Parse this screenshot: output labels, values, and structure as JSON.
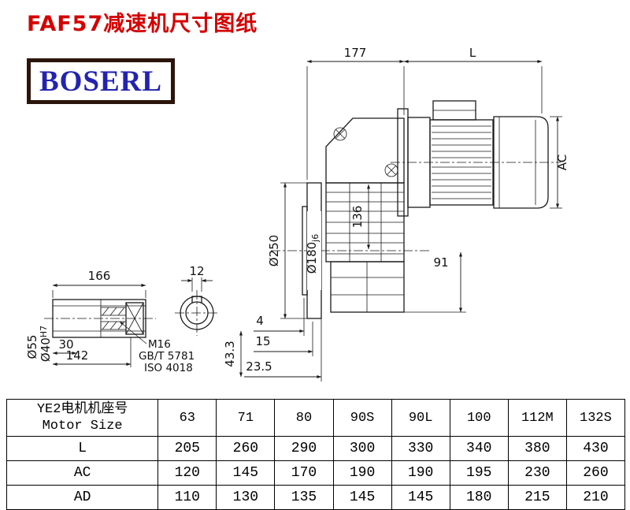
{
  "page": {
    "title": "FAF57减速机尺寸图纸",
    "logo_text": "BOSERL"
  },
  "colors": {
    "title": "#d40000",
    "logo_text": "#2323b0",
    "logo_border": "#2b150b",
    "line": "#1a1a1a"
  },
  "drawing": {
    "dim_177": "177",
    "dim_L": "L",
    "dim_AC": "AC",
    "dim_136": "136",
    "dim_91": "91",
    "d250": "Ø250",
    "d180": "Ø180",
    "d180_tol": "j6",
    "dim_4": "4",
    "dim_15": "15",
    "dim_23_5": "23.5",
    "dim_43_3": "43.3",
    "dim_166": "166",
    "dim_12": "12",
    "dim_30": "30",
    "dim_142": "142",
    "d55": "Ø55",
    "d40": "Ø40",
    "d40_tol": "H7",
    "thread": "M16",
    "std1": "GB/T 5781",
    "std2": "ISO 4018"
  },
  "table": {
    "header": {
      "line1": "YE2电机机座号",
      "line2": "Motor Size"
    },
    "columns": [
      "63",
      "71",
      "80",
      "90S",
      "90L",
      "100",
      "112M",
      "132S"
    ],
    "rows": [
      {
        "label": "L",
        "values": [
          "205",
          "260",
          "290",
          "300",
          "330",
          "340",
          "380",
          "430"
        ]
      },
      {
        "label": "AC",
        "values": [
          "120",
          "145",
          "170",
          "190",
          "190",
          "195",
          "230",
          "260"
        ]
      },
      {
        "label": "AD",
        "values": [
          "110",
          "130",
          "135",
          "145",
          "145",
          "180",
          "215",
          "210"
        ]
      }
    ]
  }
}
